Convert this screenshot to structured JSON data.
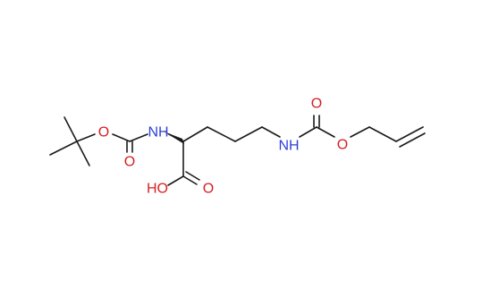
{
  "molecule": {
    "atoms": {
      "nh_left": "NH",
      "o_boc_ester": "O",
      "o_boc_carbonyl": "O",
      "oh_acid": "HO",
      "o_acid_carbonyl": "O",
      "nh_right": "NH",
      "o_alloc_carbonyl": "O",
      "o_alloc_ester": "O"
    },
    "colors": {
      "oxygen": "#d61f1f",
      "nitrogen": "#2b3fd8",
      "carbon": "#1a1a1a"
    }
  }
}
